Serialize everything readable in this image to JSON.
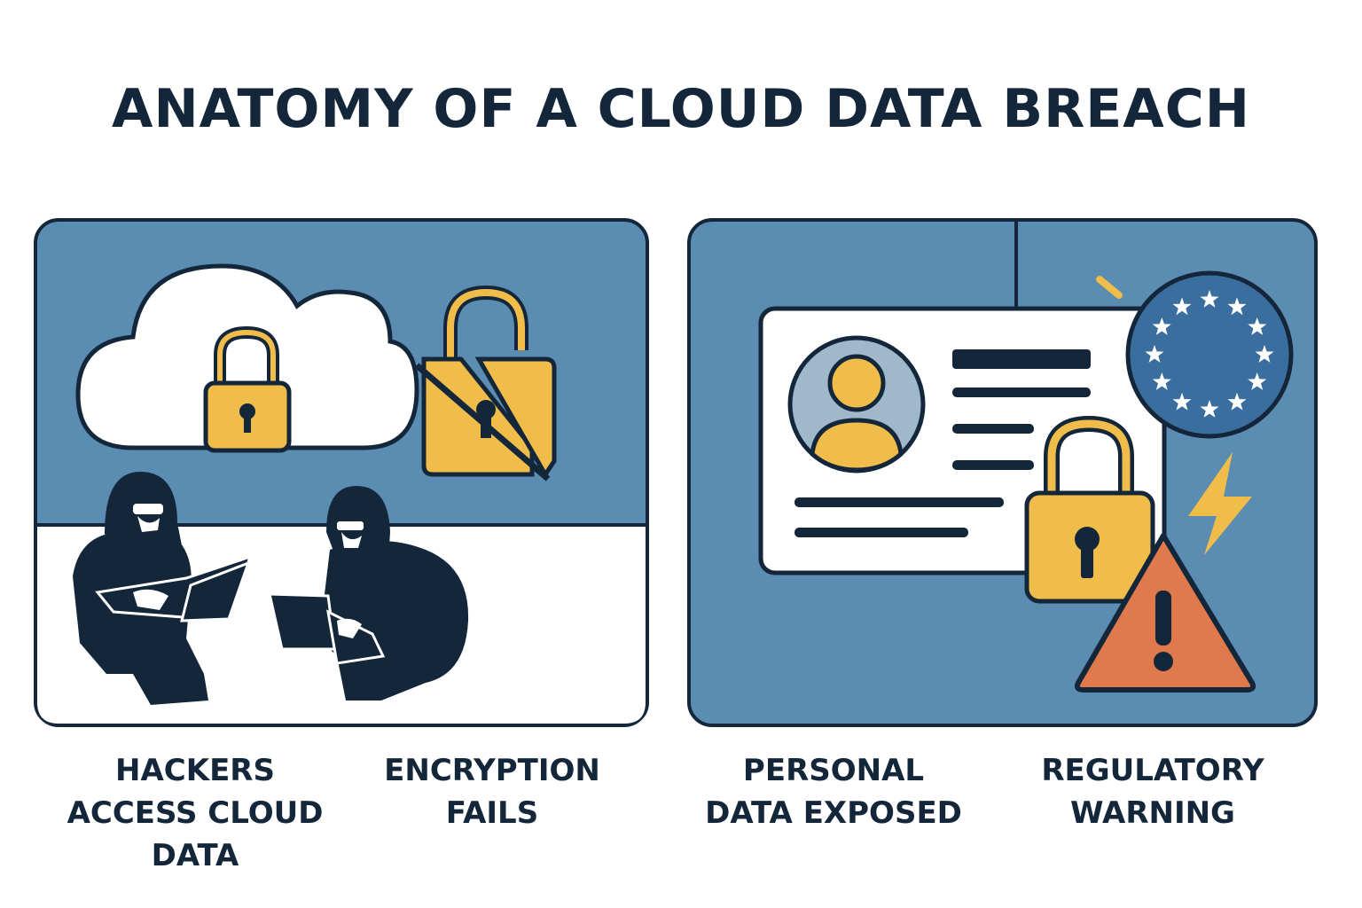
{
  "title": "ANATOMY OF A CLOUD DATA BREACH",
  "captions": [
    {
      "id": "hackers",
      "lines": [
        "HACKERS",
        "ACCESS CLOUD",
        "DATA"
      ]
    },
    {
      "id": "encryption",
      "lines": [
        "ENCRYPTION",
        "FAILS"
      ]
    },
    {
      "id": "personal",
      "lines": [
        "PERSONAL",
        "DATA EXPOSED"
      ]
    },
    {
      "id": "regulatory",
      "lines": [
        "REGULATORY",
        "WARNING"
      ]
    }
  ],
  "colors": {
    "navy": "#13263a",
    "panel_blue": "#5b8cb2",
    "gold": "#f1bd4a",
    "alert_orange": "#e07a4c",
    "white": "#ffffff",
    "eu_blue": "#3a6e9e",
    "avatar_bg": "#9fb8cb"
  },
  "icons": [
    "cloud-icon",
    "padlock-icon",
    "broken-padlock-icon",
    "hacker-figure-icon",
    "laptop-icon",
    "id-card-icon",
    "avatar-icon",
    "eu-flag-icon",
    "lightning-icon",
    "warning-triangle-icon"
  ]
}
